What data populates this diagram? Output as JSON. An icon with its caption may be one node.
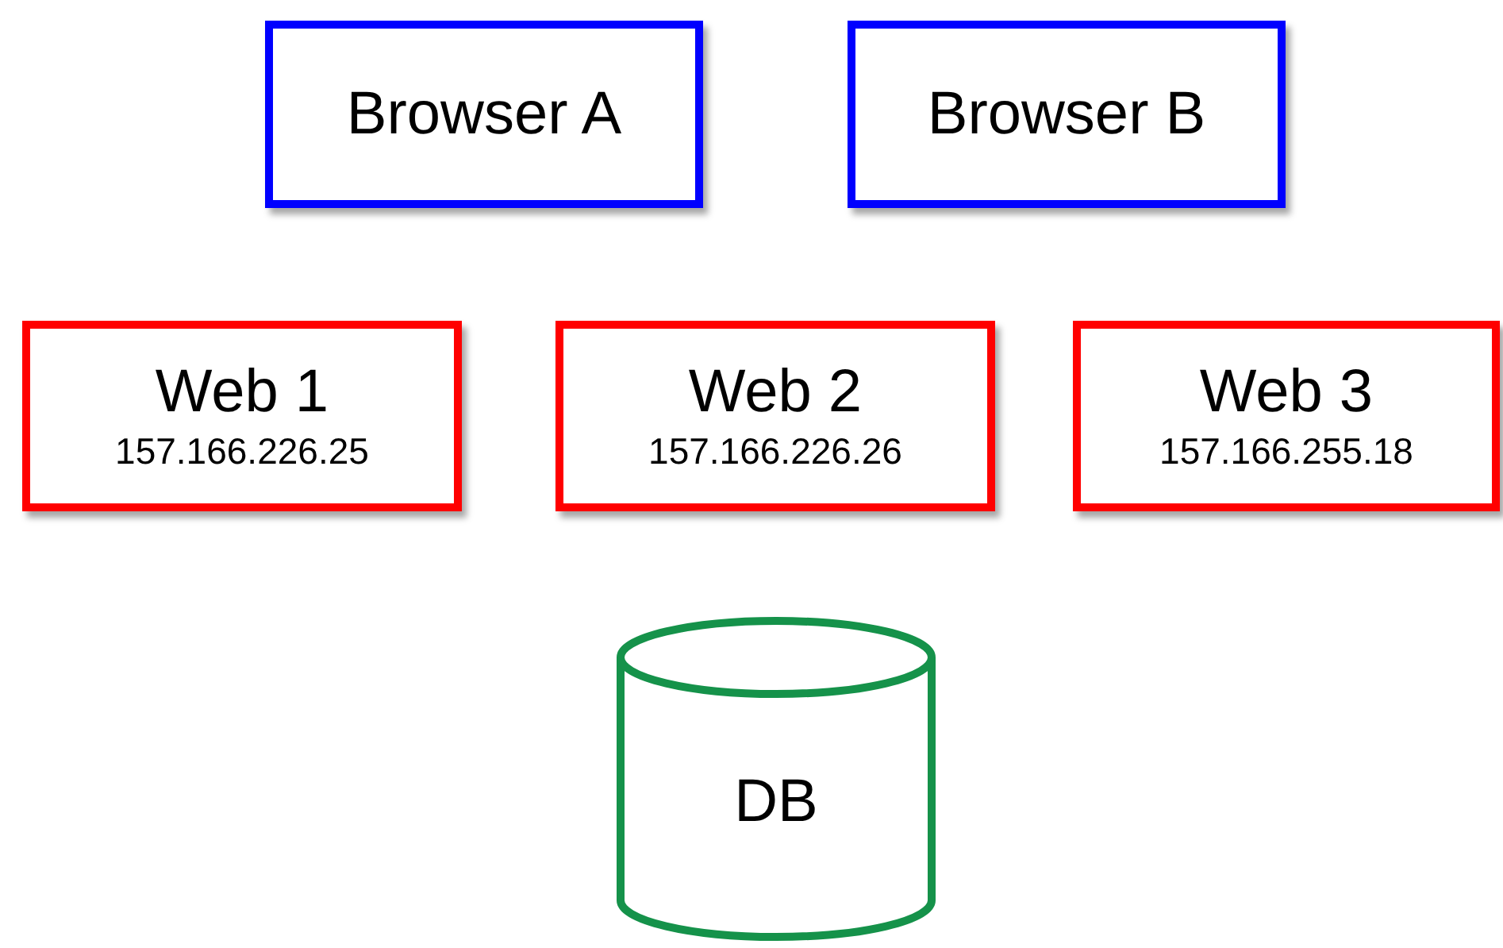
{
  "diagram": {
    "nodes": [
      {
        "text": [
          "Browser A"
        ]
      },
      {
        "text": [
          "Browser B"
        ]
      },
      {
        "text": [
          "Web 1",
          "157.166.226.25"
        ]
      },
      {
        "text": [
          "Web 2",
          "157.166.226.26"
        ]
      },
      {
        "text": [
          "Web 3",
          "157.166.255.18"
        ]
      },
      {
        "text": [
          "DB"
        ]
      }
    ]
  }
}
